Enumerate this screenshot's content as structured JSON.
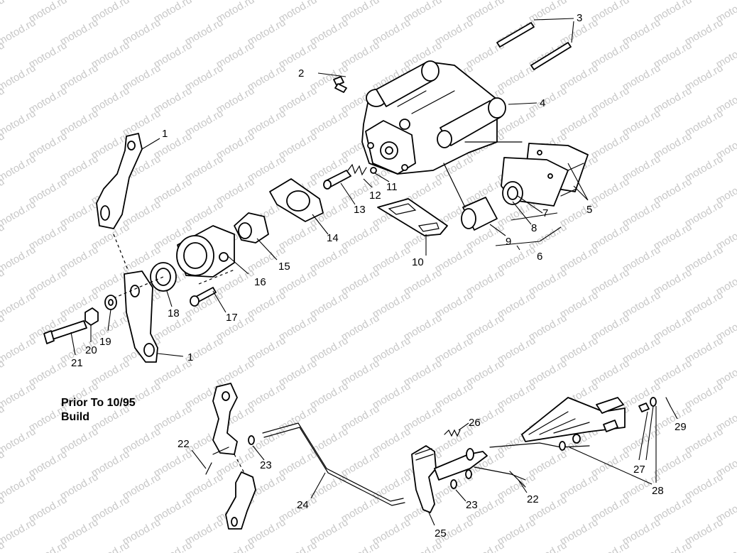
{
  "watermark": "motod.ru",
  "note": {
    "line1": "Prior To 10/95",
    "line2": "Build"
  },
  "callouts": {
    "c1a": "1",
    "c1b": "1",
    "c2": "2",
    "c3": "3",
    "c4": "4",
    "c5": "5",
    "c6": "6",
    "c7": "7",
    "c8": "8",
    "c9": "9",
    "c10": "10",
    "c11": "11",
    "c12": "12",
    "c13": "13",
    "c14": "14",
    "c15": "15",
    "c16": "16",
    "c17": "17",
    "c18": "18",
    "c19": "19",
    "c20": "20",
    "c21": "21",
    "c22a": "22",
    "c22b": "22",
    "c23a": "23",
    "c23b": "23",
    "c24": "24",
    "c25": "25",
    "c26": "26",
    "c27": "27",
    "c28": "28",
    "c29": "29"
  }
}
